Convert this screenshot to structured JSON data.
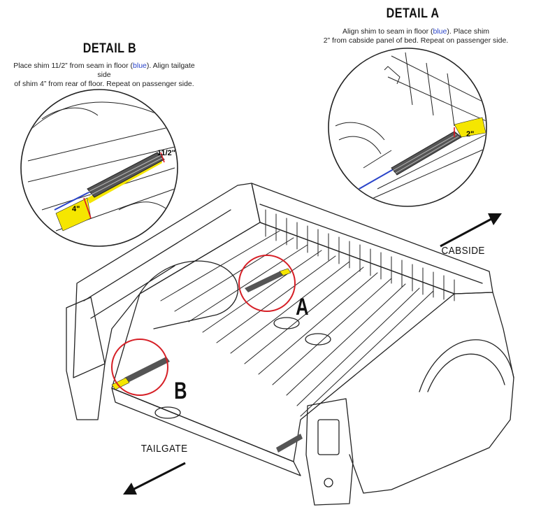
{
  "detail_a": {
    "title": "DETAIL A",
    "note_line1_pre": "Align shim to seam in floor (",
    "note_blue": "blue",
    "note_line1_post": "). Place shim",
    "note_line2": "2” from cabside panel of bed. Repeat on passenger side.",
    "dimension": "2\"",
    "callout": "A"
  },
  "detail_b": {
    "title": "DETAIL B",
    "note_line1_pre": "Place shim 11/2” from seam in floor (",
    "note_blue": "blue",
    "note_line1_post": "). Align tailgate side",
    "note_line2": "of shim 4” from rear of floor. Repeat on passenger side.",
    "dimension_side": "11/2\"",
    "dimension_rear": "4\"",
    "callout": "B"
  },
  "directions": {
    "cabside": "CABSIDE",
    "tailgate": "TAILGATE"
  },
  "colors": {
    "seam_line": "#2a44c9",
    "offset_highlight": "#f5e600",
    "dimension_line": "#e0141e",
    "callout_circle": "#d61f26",
    "shim": "#555555"
  }
}
